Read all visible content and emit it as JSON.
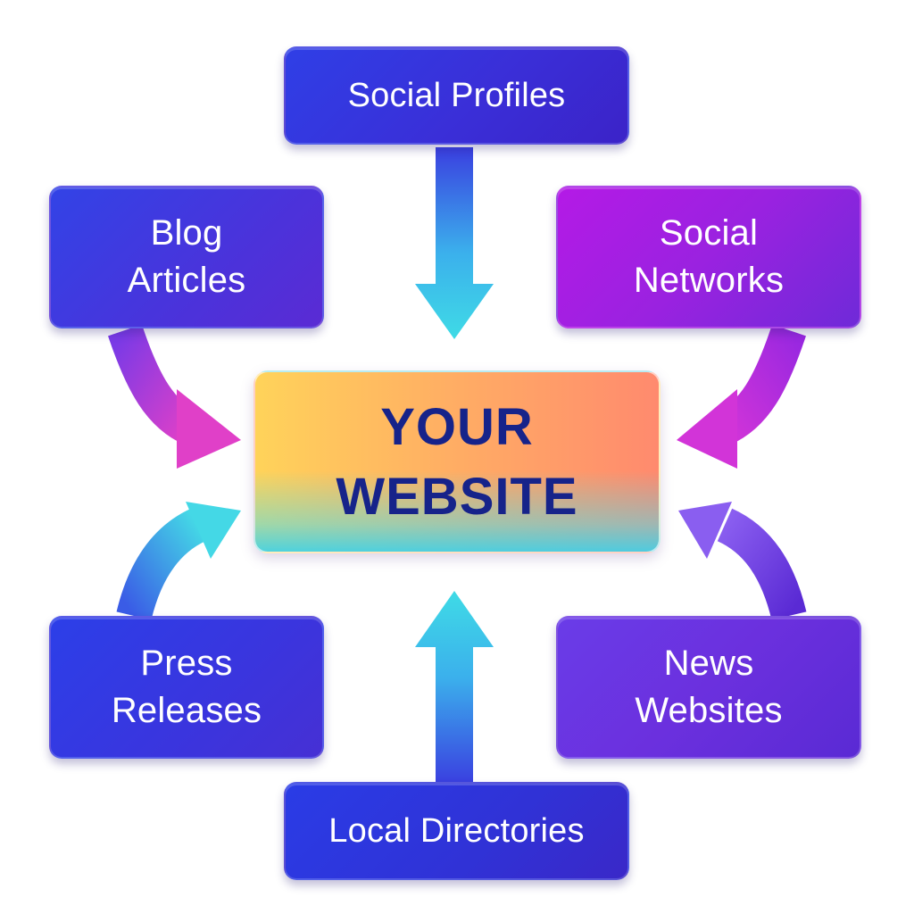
{
  "center": {
    "line1": "YOUR",
    "line2": "WEBSITE"
  },
  "sources": {
    "social_profiles": {
      "line1": "Social Profiles"
    },
    "blog_articles": {
      "line1": "Blog",
      "line2": "Articles"
    },
    "social_networks": {
      "line1": "Social",
      "line2": "Networks"
    },
    "press_releases": {
      "line1": "Press",
      "line2": "Releases"
    },
    "news_websites": {
      "line1": "News",
      "line2": "Websites"
    },
    "local_directories": {
      "line1": "Local Directories"
    }
  },
  "colors": {
    "background": "#ffffff",
    "center_text": "#16238a",
    "node_blue": "#3040e0",
    "node_purple": "#a020e6",
    "arrow_cyan": "#3fd6e8",
    "arrow_magenta": "#d63ad6",
    "arrow_violet": "#7a4ee8"
  }
}
